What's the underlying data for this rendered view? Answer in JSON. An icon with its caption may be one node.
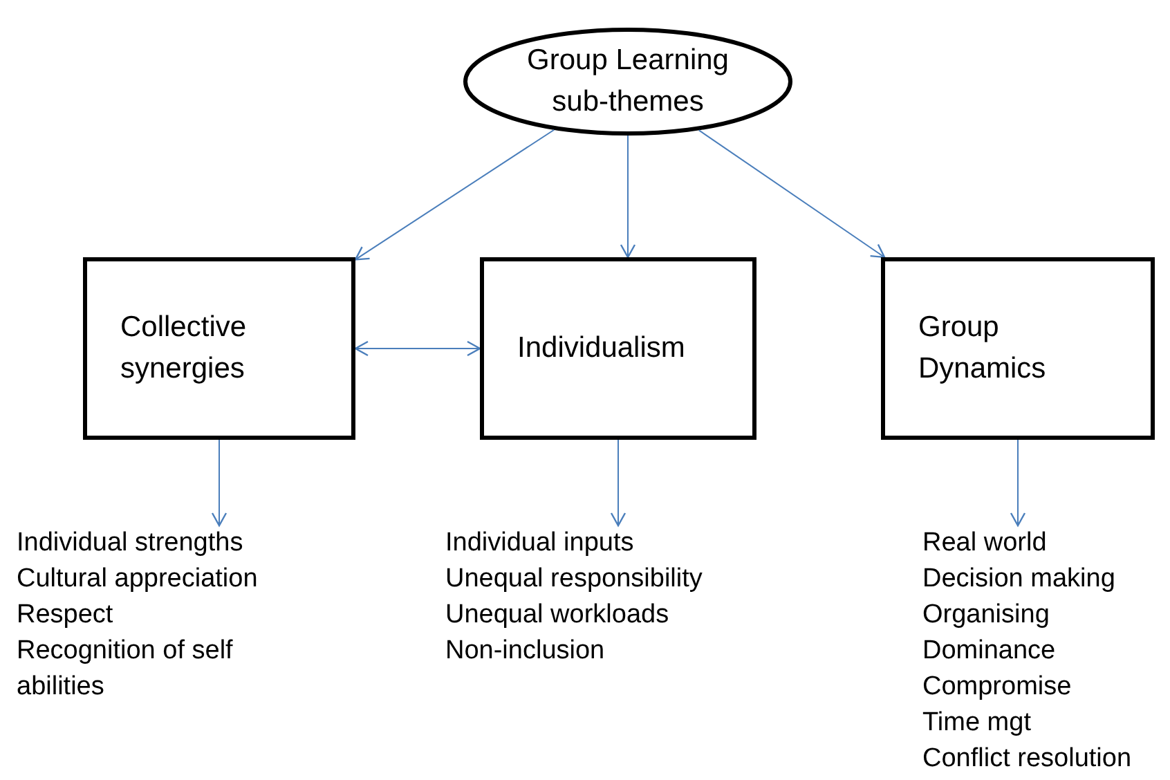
{
  "diagram": {
    "nodes": [
      {
        "text": [
          "Group Learning sub-themes"
        ]
      },
      {
        "text": [
          "Collective synergies"
        ]
      },
      {
        "text": [
          "Individualism"
        ]
      },
      {
        "text": [
          "Group Dynamics"
        ]
      },
      {
        "text": [
          "Individual strengths",
          "Cultural appreciation",
          "Respect",
          "Recognition of self abilities"
        ]
      },
      {
        "text": [
          "Individual inputs",
          "Unequal responsibility",
          "Unequal workloads",
          "Non-inclusion"
        ]
      },
      {
        "text": [
          "Real world",
          "Decision making",
          "Organising",
          "Dominance",
          "Compromise",
          "Time mgt",
          "Conflict resolution"
        ]
      }
    ],
    "edges": [
      {
        "from": 0,
        "to": 1,
        "arrow": "to"
      },
      {
        "from": 0,
        "to": 2,
        "arrow": "to"
      },
      {
        "from": 0,
        "to": 3,
        "arrow": "to"
      },
      {
        "from": 1,
        "to": 2,
        "arrow": "both"
      },
      {
        "from": 1,
        "to": 4,
        "arrow": "to"
      },
      {
        "from": 2,
        "to": 5,
        "arrow": "to"
      },
      {
        "from": 3,
        "to": 6,
        "arrow": "to"
      }
    ]
  }
}
